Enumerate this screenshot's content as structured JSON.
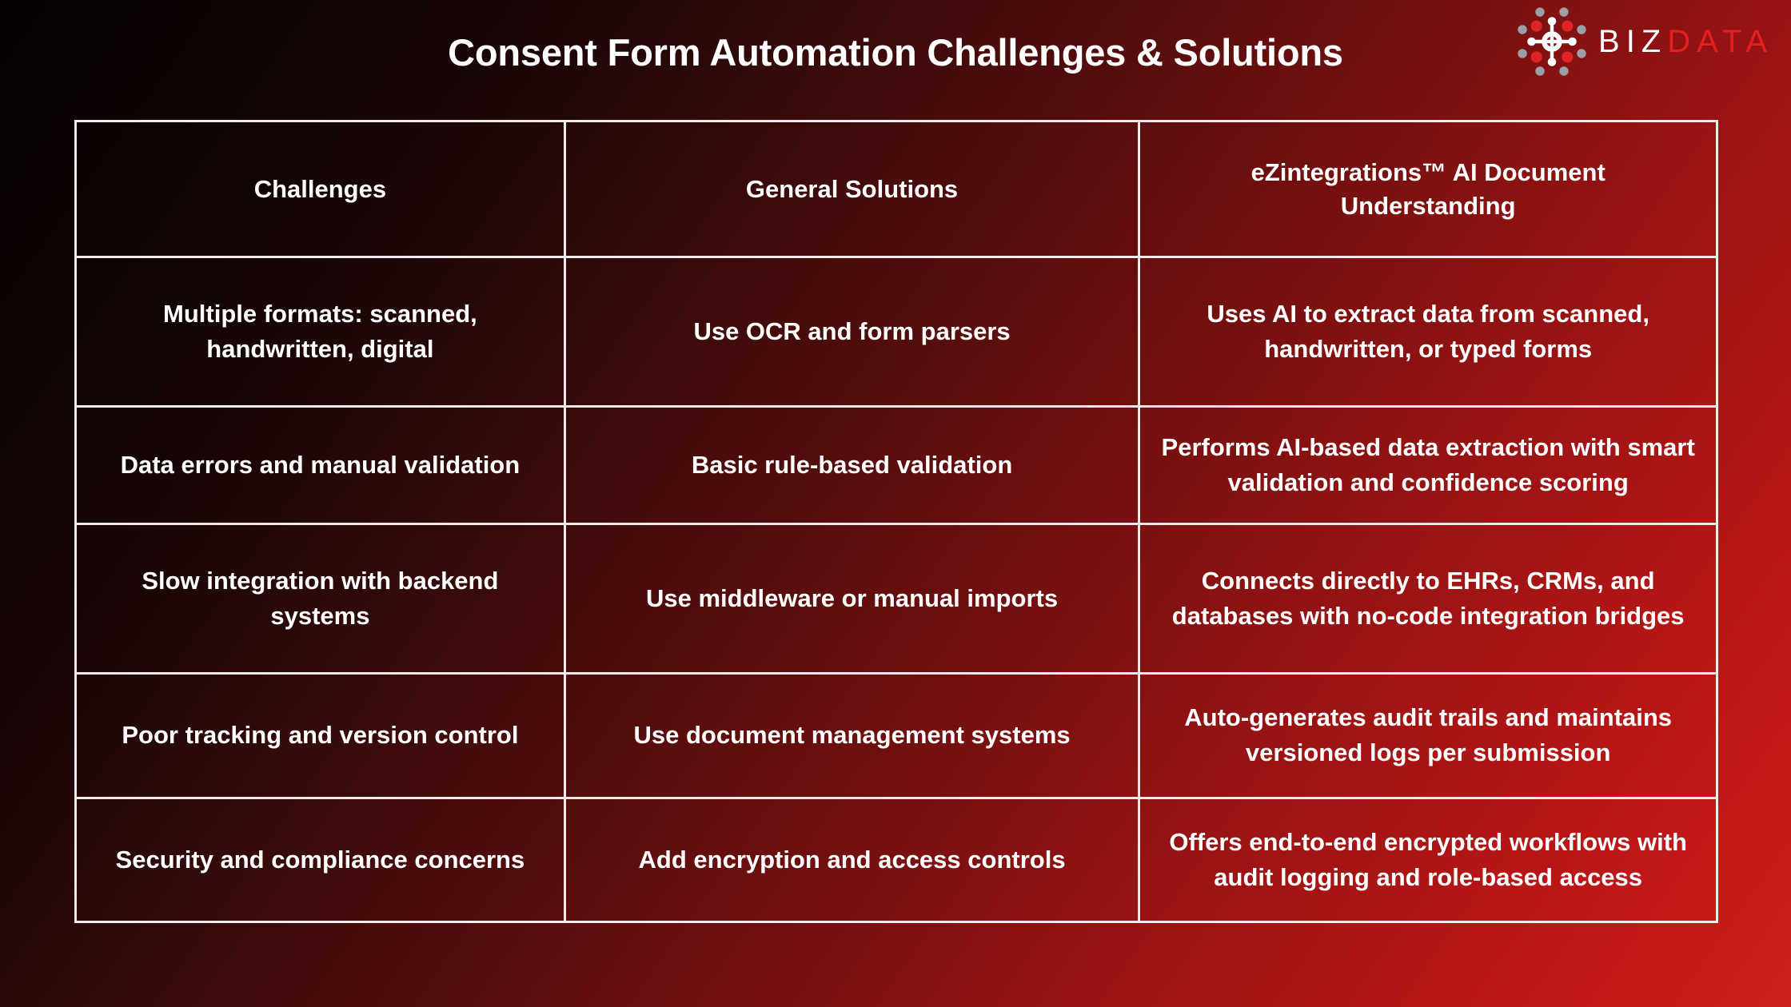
{
  "header": {
    "title": "Consent Form Automation Challenges & Solutions",
    "logo": {
      "mark_name": "bizdata-network-hub-logo",
      "word_part1": "BIZ",
      "word_part2": "DATA",
      "color_white": "#ffffff",
      "color_red": "#e51f1f",
      "color_gray": "#9aa0a6"
    }
  },
  "table": {
    "columns": [
      "Challenges",
      "General Solutions",
      "eZintegrations™ AI Document Understanding"
    ],
    "rows": [
      {
        "challenge": "Multiple formats: scanned, handwritten, digital",
        "general_solution": "Use OCR and form parsers",
        "ezintegrations": "Uses AI to extract data from scanned, handwritten, or typed forms"
      },
      {
        "challenge": "Data errors and manual validation",
        "general_solution": "Basic rule-based validation",
        "ezintegrations": "Performs AI-based data extraction with smart validation and confidence scoring"
      },
      {
        "challenge": "Slow integration with backend systems",
        "general_solution": "Use middleware or manual imports",
        "ezintegrations": "Connects directly to EHRs, CRMs, and databases with no-code integration bridges"
      },
      {
        "challenge": "Poor tracking and version control",
        "general_solution": "Use document management systems",
        "ezintegrations": "Auto-generates audit trails and maintains versioned logs per submission"
      },
      {
        "challenge": "Security and compliance concerns",
        "general_solution": "Add encryption and access controls",
        "ezintegrations": "Offers end-to-end encrypted workflows with audit logging and role-based access"
      }
    ]
  },
  "theme": {
    "background_start": "#060101",
    "background_end": "#cc2020",
    "border_color": "#f2eaea",
    "text_color": "#ffffff"
  }
}
